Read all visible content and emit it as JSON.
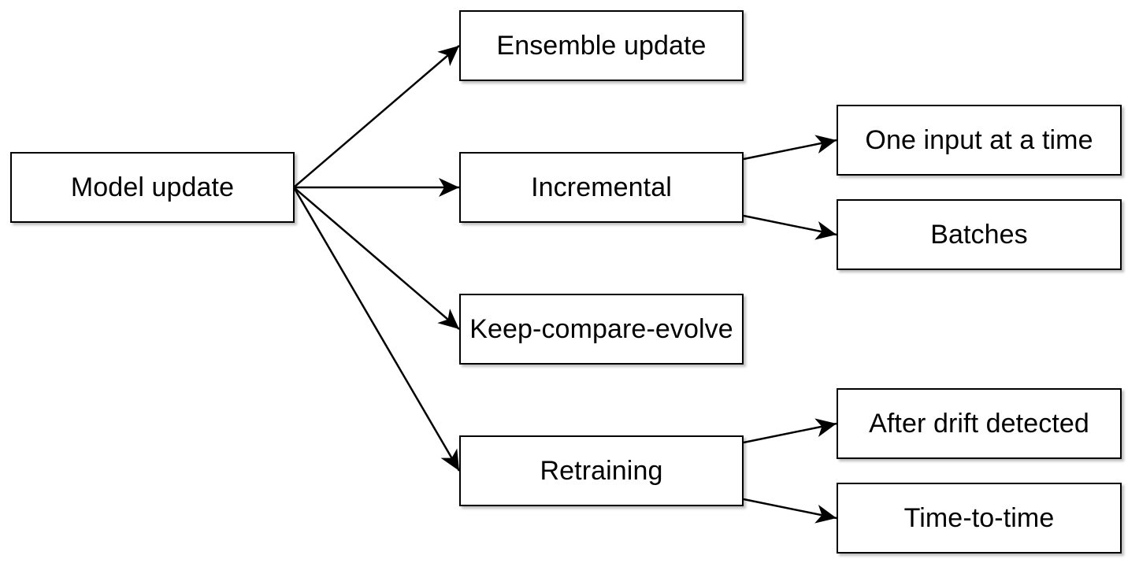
{
  "diagram": {
    "nodes": {
      "root": "Model update",
      "ensemble": "Ensemble update",
      "incremental": "Incremental",
      "keep_compare_evolve": "Keep-compare-evolve",
      "retraining": "Retraining",
      "one_input": "One input at a time",
      "batches": "Batches",
      "after_drift": "After drift detected",
      "time_to_time": "Time-to-time"
    },
    "edges": [
      {
        "from": "root",
        "to": "ensemble"
      },
      {
        "from": "root",
        "to": "incremental"
      },
      {
        "from": "root",
        "to": "keep_compare_evolve"
      },
      {
        "from": "root",
        "to": "retraining"
      },
      {
        "from": "incremental",
        "to": "one_input"
      },
      {
        "from": "incremental",
        "to": "batches"
      },
      {
        "from": "retraining",
        "to": "after_drift"
      },
      {
        "from": "retraining",
        "to": "time_to_time"
      }
    ],
    "colors": {
      "stroke": "#000000",
      "fill": "#ffffff",
      "text": "#000000"
    }
  }
}
